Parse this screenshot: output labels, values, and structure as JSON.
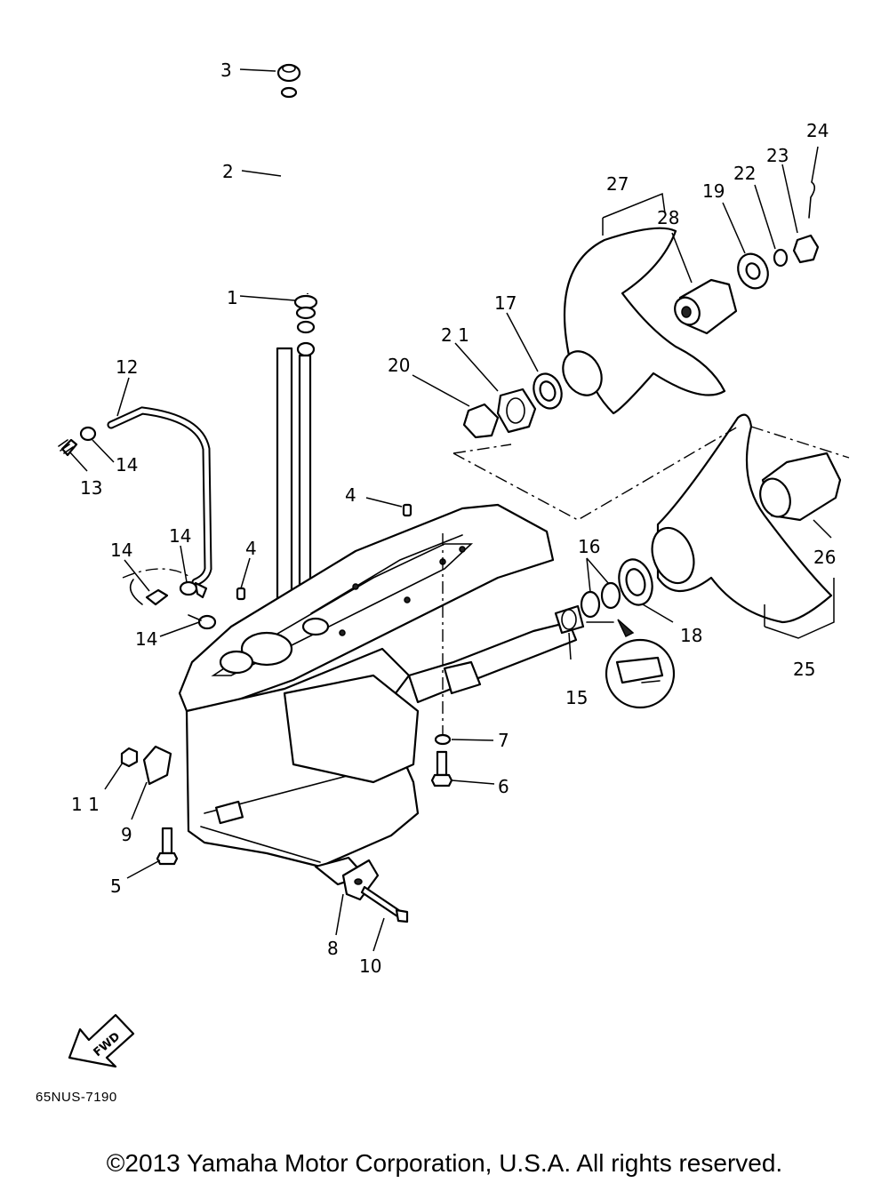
{
  "diagram": {
    "drawing_code": "65NUS-7190",
    "fwd_label": "FWD",
    "copyright": "©2013 Yamaha Motor Corporation, U.S.A. All rights reserved.",
    "callouts": [
      {
        "id": "callout-1",
        "text": "1"
      },
      {
        "id": "callout-2",
        "text": "2"
      },
      {
        "id": "callout-3",
        "text": "3"
      },
      {
        "id": "callout-4a",
        "text": "4"
      },
      {
        "id": "callout-4b",
        "text": "4"
      },
      {
        "id": "callout-5",
        "text": "5"
      },
      {
        "id": "callout-6",
        "text": "6"
      },
      {
        "id": "callout-7",
        "text": "7"
      },
      {
        "id": "callout-8",
        "text": "8"
      },
      {
        "id": "callout-9",
        "text": "9"
      },
      {
        "id": "callout-10",
        "text": "10"
      },
      {
        "id": "callout-11",
        "text": "1 1"
      },
      {
        "id": "callout-12",
        "text": "12"
      },
      {
        "id": "callout-13",
        "text": "13"
      },
      {
        "id": "callout-14a",
        "text": "14"
      },
      {
        "id": "callout-14b",
        "text": "14"
      },
      {
        "id": "callout-14c",
        "text": "14"
      },
      {
        "id": "callout-14d",
        "text": "14"
      },
      {
        "id": "callout-15",
        "text": "15"
      },
      {
        "id": "callout-16",
        "text": "16"
      },
      {
        "id": "callout-17",
        "text": "17"
      },
      {
        "id": "callout-18",
        "text": "18"
      },
      {
        "id": "callout-19",
        "text": "19"
      },
      {
        "id": "callout-20",
        "text": "20"
      },
      {
        "id": "callout-21",
        "text": "2 1"
      },
      {
        "id": "callout-22",
        "text": "22"
      },
      {
        "id": "callout-23",
        "text": "23"
      },
      {
        "id": "callout-24",
        "text": "24"
      },
      {
        "id": "callout-25",
        "text": "25"
      },
      {
        "id": "callout-26",
        "text": "26"
      },
      {
        "id": "callout-27",
        "text": "27"
      },
      {
        "id": "callout-28",
        "text": "28"
      }
    ]
  }
}
